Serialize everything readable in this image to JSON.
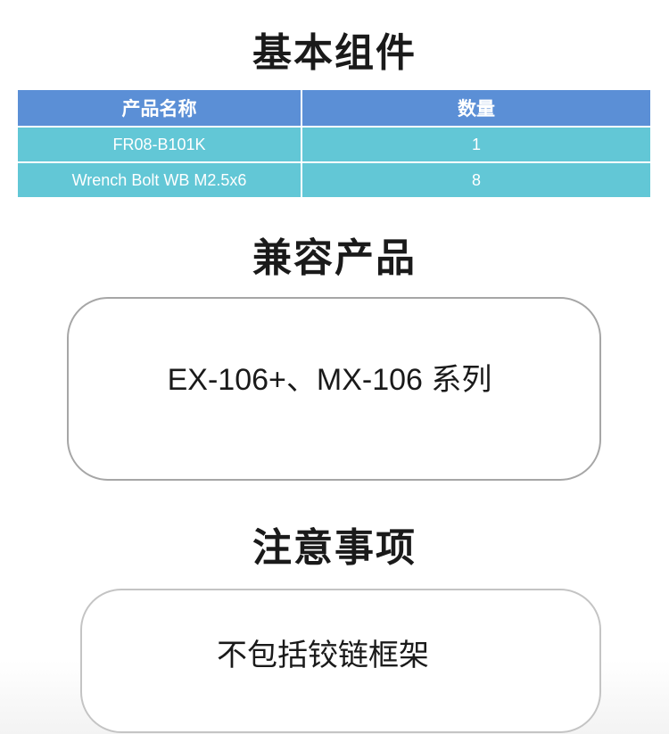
{
  "sections": {
    "basic_components": {
      "title": "基本组件",
      "table": {
        "headers": [
          "产品名称",
          "数量"
        ],
        "rows": [
          {
            "name": "FR08-B101K",
            "qty": "1"
          },
          {
            "name": "Wrench Bolt WB M2.5x6",
            "qty": "8"
          }
        ]
      }
    },
    "compatible_products": {
      "title": "兼容产品",
      "text": "EX-106+、MX-106 系列"
    },
    "notes": {
      "title": "注意事项",
      "text": "不包括铰链框架"
    }
  },
  "colors": {
    "header_bg": "#5b8fd6",
    "row_bg": "#62c7d6",
    "box_border": "#a6a6a6"
  }
}
